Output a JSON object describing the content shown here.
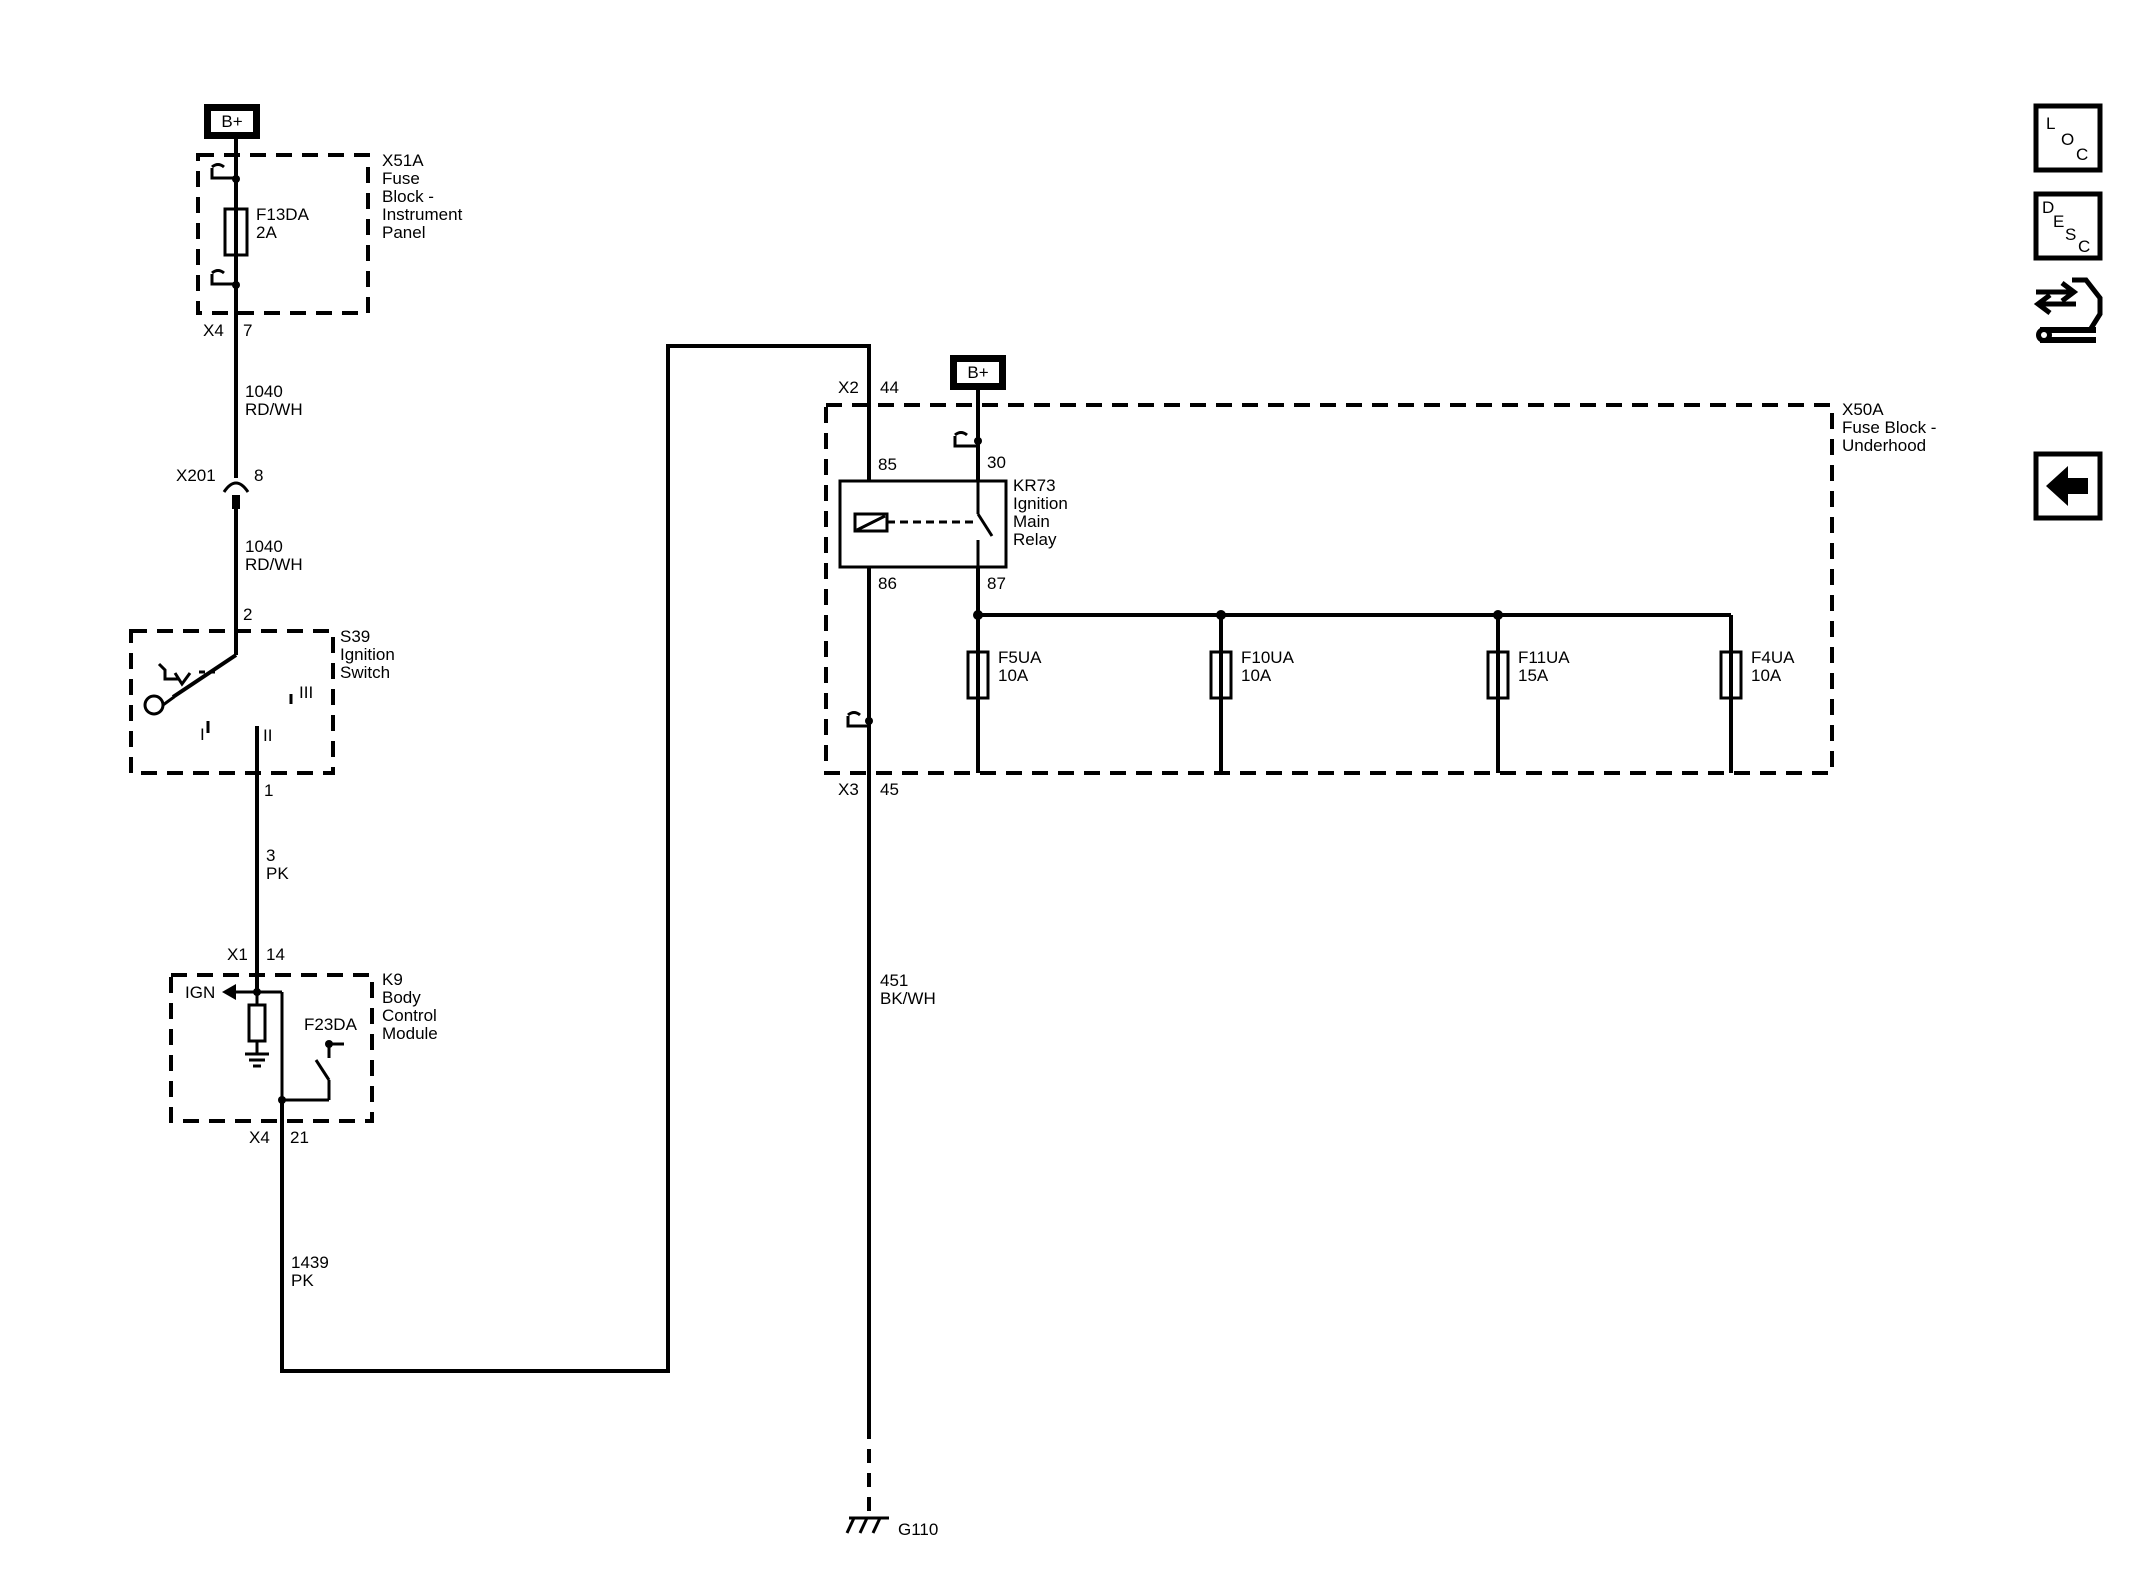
{
  "power_symbols": [
    "B+",
    "B+"
  ],
  "x51a": {
    "name": "X51A",
    "desc": [
      "Fuse",
      "Block -",
      "Instrument",
      "Panel"
    ],
    "fuse": "F13DA",
    "rating": "2A",
    "conn": "X4",
    "pin": "7"
  },
  "wire_1040_top": {
    "circuit": "1040",
    "color": "RD/WH"
  },
  "x201": {
    "name": "X201",
    "pin": "8"
  },
  "wire_1040_bottom": {
    "circuit": "1040",
    "color": "RD/WH"
  },
  "s39": {
    "pin_top": "2",
    "name": "S39",
    "desc": [
      "Ignition",
      "Switch"
    ],
    "pos_1": "I",
    "pos_2": "II",
    "pos_3": "III",
    "pin_bottom": "1"
  },
  "wire_3": {
    "circuit": "3",
    "color": "PK"
  },
  "k9": {
    "conn_top": "X1",
    "pin_top": "14",
    "name": "K9",
    "desc": [
      "Body",
      "Control",
      "Module"
    ],
    "ign_label": "IGN",
    "fuse": "F23DA",
    "conn_bottom": "X4",
    "pin_bottom": "21"
  },
  "wire_1439": {
    "circuit": "1439",
    "color": "PK"
  },
  "x50a": {
    "name": "X50A",
    "desc": [
      "Fuse Block -",
      "Underhood"
    ],
    "conn_top": "X2",
    "pin_top": "44",
    "conn_bottom": "X3",
    "pin_bottom": "45"
  },
  "kr73": {
    "name": "KR73",
    "desc": [
      "Ignition",
      "Main",
      "Relay"
    ],
    "pin_85": "85",
    "pin_30": "30",
    "pin_86": "86",
    "pin_87": "87"
  },
  "fuses": [
    {
      "name": "F5UA",
      "rating": "10A"
    },
    {
      "name": "F10UA",
      "rating": "10A"
    },
    {
      "name": "F11UA",
      "rating": "15A"
    },
    {
      "name": "F4UA",
      "rating": "10A"
    }
  ],
  "wire_451": {
    "circuit": "451",
    "color": "BK/WH"
  },
  "ground": {
    "name": "G110"
  },
  "side_buttons": {
    "loc": {
      "letters": [
        "L",
        "O",
        "C"
      ],
      "icon": "location-icon"
    },
    "desc": {
      "letters": [
        "D",
        "E",
        "S",
        "C"
      ],
      "icon": "description-icon"
    },
    "connector": {
      "icon": "connector-wrench-icon"
    },
    "back": {
      "icon": "back-arrow-icon"
    }
  }
}
